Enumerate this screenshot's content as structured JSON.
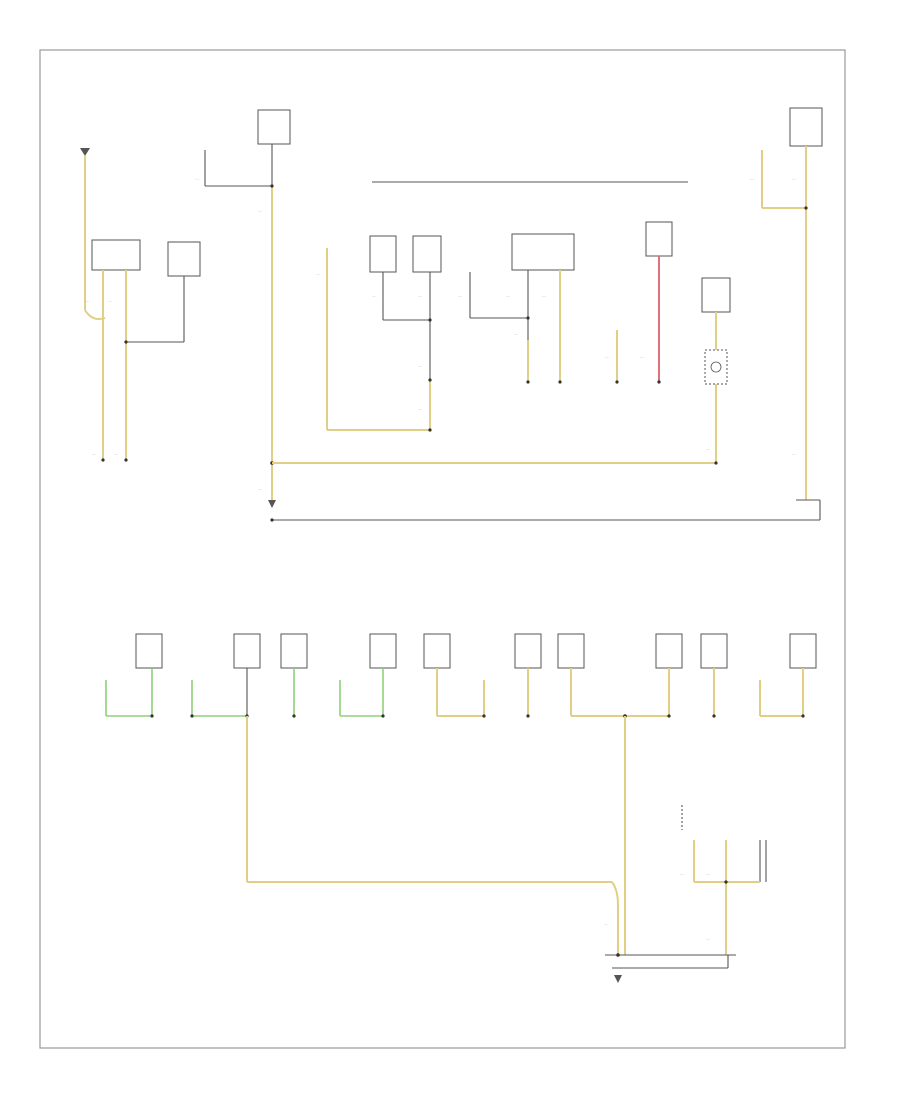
{
  "page": {
    "figure_code": ""
  },
  "bus_label": "",
  "nodes": [
    {
      "id": "upper-left-ground-point",
      "label": ""
    },
    {
      "id": "upper-left-sensor-a",
      "label": ""
    },
    {
      "id": "upper-left-sensor-b",
      "label": ""
    },
    {
      "id": "top-center-sensor",
      "label": ""
    },
    {
      "id": "top-center-switch",
      "label": ""
    },
    {
      "id": "center-left-switch",
      "label": ""
    },
    {
      "id": "center-module-1",
      "label": ""
    },
    {
      "id": "center-module-2",
      "label": ""
    },
    {
      "id": "center-module-3",
      "label": ""
    },
    {
      "id": "center-wide-module",
      "label": ""
    },
    {
      "id": "center-relay-red",
      "label": ""
    },
    {
      "id": "center-right-module",
      "label": ""
    },
    {
      "id": "top-right-switch",
      "label": ""
    },
    {
      "id": "top-right-module",
      "label": ""
    },
    {
      "id": "main-ground-point",
      "label": ""
    },
    {
      "id": "lower-module-row",
      "label": ""
    },
    {
      "id": "lower-right-control-unit",
      "label": ""
    },
    {
      "id": "lower-ground-point",
      "label": ""
    }
  ]
}
